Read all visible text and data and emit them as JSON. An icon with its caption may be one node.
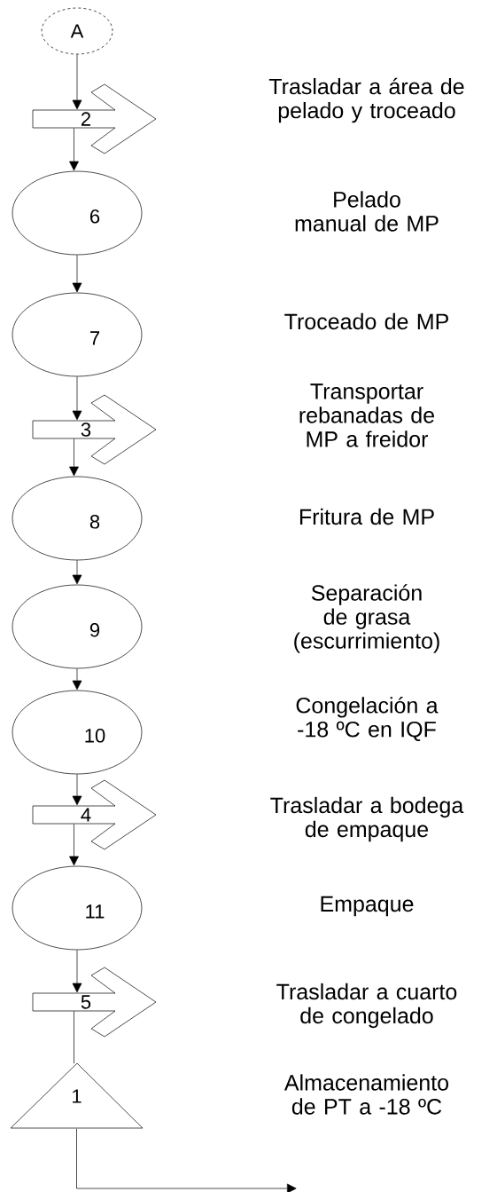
{
  "diagram": {
    "nodes": [
      {
        "text": [
          "A"
        ]
      },
      {
        "text": [
          "2"
        ]
      },
      {
        "text": [
          "6"
        ]
      },
      {
        "text": [
          "7"
        ]
      },
      {
        "text": [
          "3"
        ]
      },
      {
        "text": [
          "8"
        ]
      },
      {
        "text": [
          "9"
        ]
      },
      {
        "text": [
          "10"
        ]
      },
      {
        "text": [
          "4"
        ]
      },
      {
        "text": [
          "11"
        ]
      },
      {
        "text": [
          "5"
        ]
      },
      {
        "text": [
          "1"
        ]
      }
    ],
    "edges": [
      {
        "from": 0,
        "to": 1,
        "arrow": "to"
      },
      {
        "from": 1,
        "to": 2,
        "arrow": "to"
      },
      {
        "from": 2,
        "to": 3,
        "arrow": "to"
      },
      {
        "from": 3,
        "to": 4,
        "arrow": "to"
      },
      {
        "from": 4,
        "to": 5,
        "arrow": "to"
      },
      {
        "from": 5,
        "to": 6,
        "arrow": "to"
      },
      {
        "from": 6,
        "to": 7,
        "arrow": "to"
      },
      {
        "from": 7,
        "to": 8,
        "arrow": "to"
      },
      {
        "from": 8,
        "to": 9,
        "arrow": "to"
      },
      {
        "from": 9,
        "to": 10,
        "arrow": "to"
      },
      {
        "from": 10,
        "to": 11,
        "arrow": "none"
      },
      {
        "from": 11,
        "to": null,
        "arrow": "to"
      }
    ],
    "labels": [
      "Trasladar a área de pelado y troceado",
      "Pelado manual de MP",
      "Troceado de MP",
      "Transportar rebanadas de MP a freidor",
      "Fritura de MP",
      "Separación de grasa (escurrimiento)",
      "Congelación a -18 ºC en IQF",
      "Trasladar a bodega de empaque",
      "Empaque",
      "Trasladar a cuarto de congelado",
      "Almacenamiento de PT a -18 ºC"
    ]
  }
}
